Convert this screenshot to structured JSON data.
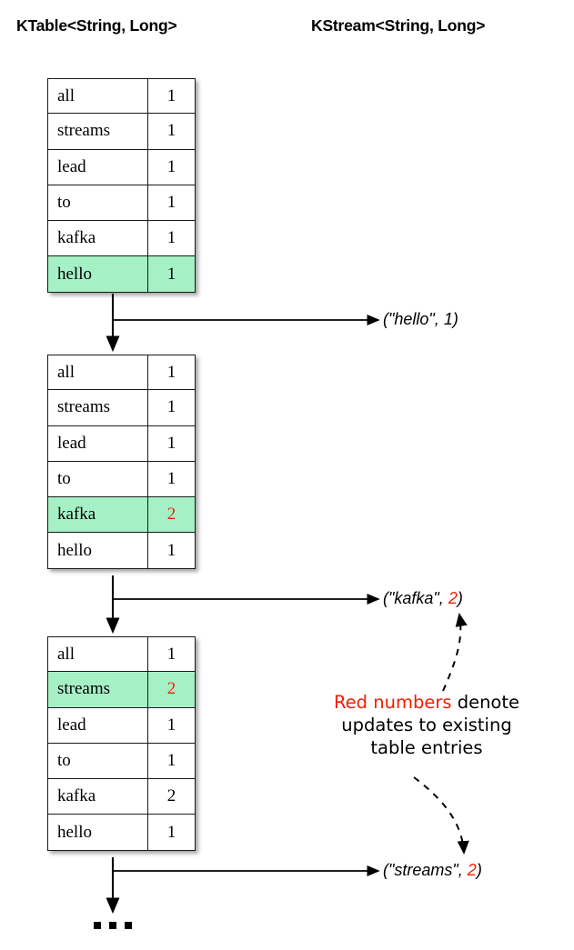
{
  "headers": {
    "ktable": "KTable<String, Long>",
    "kstream": "KStream<String, Long>"
  },
  "colors": {
    "highlight_green": "#a6f0c6",
    "update_red": "#f01e00",
    "line_black": "#1a1a1a",
    "background": "#ffffff"
  },
  "tables": [
    {
      "id": "table-1",
      "rows": [
        {
          "key": "all",
          "value": "1",
          "highlighted": false,
          "value_red": false
        },
        {
          "key": "streams",
          "value": "1",
          "highlighted": false,
          "value_red": false
        },
        {
          "key": "lead",
          "value": "1",
          "highlighted": false,
          "value_red": false
        },
        {
          "key": "to",
          "value": "1",
          "highlighted": false,
          "value_red": false
        },
        {
          "key": "kafka",
          "value": "1",
          "highlighted": false,
          "value_red": false
        },
        {
          "key": "hello",
          "value": "1",
          "highlighted": true,
          "value_red": false
        }
      ]
    },
    {
      "id": "table-2",
      "rows": [
        {
          "key": "all",
          "value": "1",
          "highlighted": false,
          "value_red": false
        },
        {
          "key": "streams",
          "value": "1",
          "highlighted": false,
          "value_red": false
        },
        {
          "key": "lead",
          "value": "1",
          "highlighted": false,
          "value_red": false
        },
        {
          "key": "to",
          "value": "1",
          "highlighted": false,
          "value_red": false
        },
        {
          "key": "kafka",
          "value": "2",
          "highlighted": true,
          "value_red": true
        },
        {
          "key": "hello",
          "value": "1",
          "highlighted": false,
          "value_red": false
        }
      ]
    },
    {
      "id": "table-3",
      "rows": [
        {
          "key": "all",
          "value": "1",
          "highlighted": false,
          "value_red": false
        },
        {
          "key": "streams",
          "value": "2",
          "highlighted": true,
          "value_red": true
        },
        {
          "key": "lead",
          "value": "1",
          "highlighted": false,
          "value_red": false
        },
        {
          "key": "to",
          "value": "1",
          "highlighted": false,
          "value_red": false
        },
        {
          "key": "kafka",
          "value": "2",
          "highlighted": false,
          "value_red": false
        },
        {
          "key": "hello",
          "value": "1",
          "highlighted": false,
          "value_red": false
        }
      ]
    }
  ],
  "stream_records": [
    {
      "id": "stream-1",
      "prefix": "(\"hello\", ",
      "value": "1",
      "value_red": false,
      "suffix": ")"
    },
    {
      "id": "stream-2",
      "prefix": "(\"kafka\", ",
      "value": "2",
      "value_red": true,
      "suffix": ")"
    },
    {
      "id": "stream-3",
      "prefix": "(\"streams\", ",
      "value": "2",
      "value_red": true,
      "suffix": ")"
    }
  ],
  "note": {
    "line1_red": "Red numbers",
    "line1_rest": " denote",
    "line2": "updates to existing",
    "line3": "table entries"
  },
  "ellipsis": "..."
}
